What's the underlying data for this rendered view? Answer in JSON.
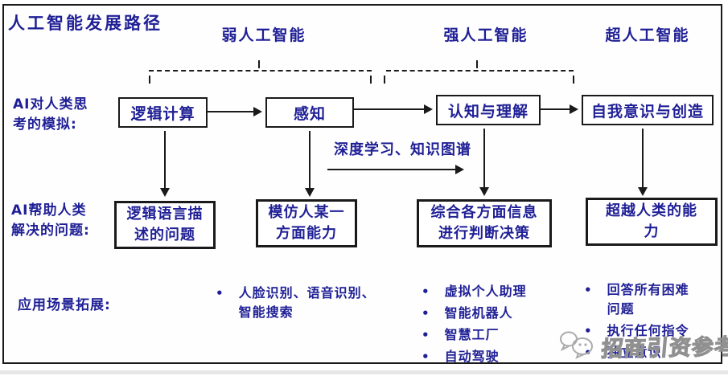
{
  "title": "人工智能发展路径",
  "stages": [
    "弱人工智能",
    "强人工智能",
    "超人工智能"
  ],
  "simulation_row": {
    "label_lines": [
      "AI对人类思",
      "考的模拟:"
    ],
    "boxes": [
      "逻辑计算",
      "感知",
      "认知与理解",
      "自我意识与创造"
    ],
    "transition_note": "深度学习、知识图谱"
  },
  "problems_row": {
    "label_lines": [
      "AI帮助人类",
      "解决的问题:"
    ],
    "boxes": [
      [
        "逻辑语言描",
        "述的问题"
      ],
      [
        "模仿人某一",
        "方面能力"
      ],
      [
        "综合各方面信息",
        "进行判断决策"
      ],
      [
        "超越人类的能",
        "力"
      ]
    ]
  },
  "applications_row": {
    "label": "应用场景拓展:",
    "bullet_char": "•",
    "weak_ai_items": [
      [
        "人脸识别、语音识别、",
        "智能搜索"
      ]
    ],
    "strong_ai_items": [
      "虚拟个人助理",
      "智能机器人",
      "智慧工厂",
      "自动驾驶"
    ],
    "super_ai_items": [
      [
        "回答所有困难",
        "问题"
      ],
      [
        "执行任何指令"
      ],
      [
        "独立意识"
      ]
    ]
  },
  "watermark": {
    "text": "招商引资参考",
    "logo_icon": "chat-bubbles"
  },
  "colors": {
    "text_navy": "#1f1f96",
    "line_black": "#1a1a1a",
    "watermark_grey": "#909090"
  }
}
